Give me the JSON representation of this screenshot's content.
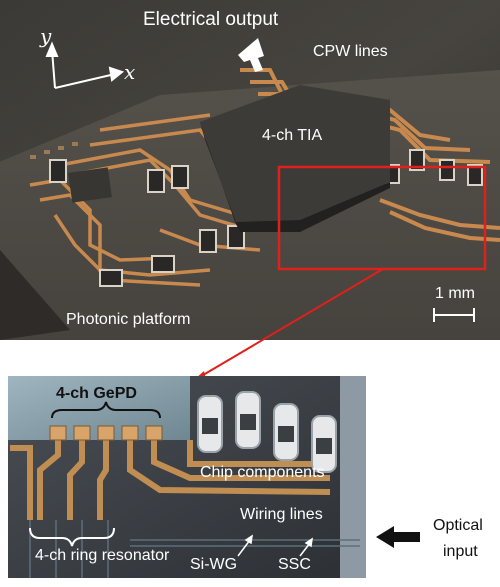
{
  "top_photo": {
    "axis_y": "y",
    "axis_x": "x",
    "electrical_output": "Electrical output",
    "cpw_lines": "CPW lines",
    "tia": "4-ch TIA",
    "scale_bar": "1 mm",
    "photonic_platform": "Photonic platform"
  },
  "bottom_photo": {
    "gepd": "4-ch GePD",
    "chip_components": "Chip components",
    "wiring_lines": "Wiring lines",
    "ring_resonator": "4-ch ring resonator",
    "si_wg": "Si-WG",
    "ssc": "SSC"
  },
  "optical_input": {
    "line1": "Optical",
    "line2": "input"
  },
  "colors": {
    "highlight_box": "#e0201a",
    "gold_trace": "#c8894e",
    "chip_dark": "#3a3a3a"
  }
}
